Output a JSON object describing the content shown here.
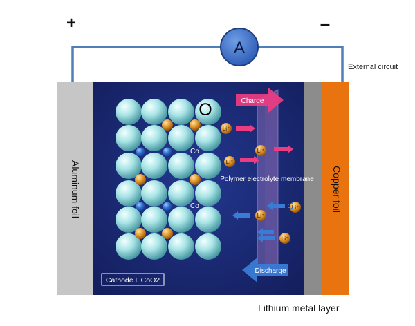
{
  "terminals": {
    "positive": "+",
    "negative": "–"
  },
  "ammeter": {
    "label": "A"
  },
  "labels": {
    "external_circuit": "External circuit",
    "aluminum_foil": "Aluminum foil",
    "copper_foil": "Copper foil",
    "lithium_layer": "Lithium metal layer",
    "cathode": "Cathode LiCoO2",
    "membrane": "Polymer electrolyte membrane",
    "oxygen": "O",
    "cobalt": "Co",
    "lithium_ion": "Li⁺"
  },
  "arrows": {
    "charge": "Charge",
    "discharge": "Discharge"
  },
  "colors": {
    "circuit_wire": "#4f7fb5",
    "ammeter_fill": "#3b6fc8",
    "aluminum_foil": "#c6c6c6",
    "copper_foil": "#e8730f",
    "cathode_bg": "#1a2a78",
    "oxygen_atom": "#a8e4e6",
    "cobalt_atom": "#2f6fd1",
    "lithium_atom": "#e59a2a",
    "charge_arrow": "#ec3c82",
    "discharge_arrow": "#3a7bd5"
  }
}
